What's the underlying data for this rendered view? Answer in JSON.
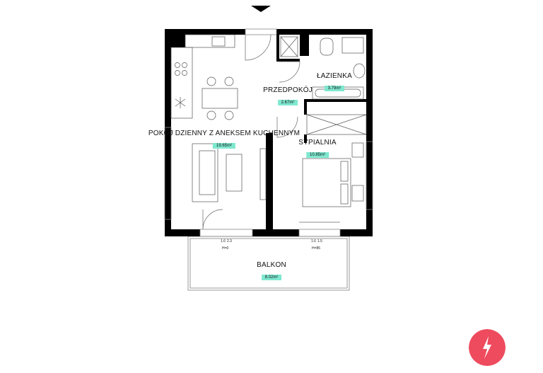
{
  "colors": {
    "wall": "#000000",
    "area_badge": "#7fe8d0",
    "logo": "#ee4b5e"
  },
  "rooms": [
    {
      "name": "POKÓJ DZIENNY Z ANEKSEM KUCHENNYM",
      "area": "19.65m²"
    },
    {
      "name": "PRZEDPOKÓJ",
      "area": "2.67m²"
    },
    {
      "name": "ŁAZIENKA",
      "area": "3.79m²"
    },
    {
      "name": "SYPIALNIA",
      "area": "10.85m²"
    },
    {
      "name": "BALKON",
      "area": "8.02m²"
    }
  ],
  "notes": {
    "window1_a": "1.6",
    "window1_b": "2.3",
    "window1_h": "H=0",
    "window2_a": "1.6",
    "window2_b": "1.5",
    "window2_h": "H=85"
  },
  "icons": {
    "orientation": "north-arrow-icon",
    "logo": "brand-logo-icon"
  }
}
